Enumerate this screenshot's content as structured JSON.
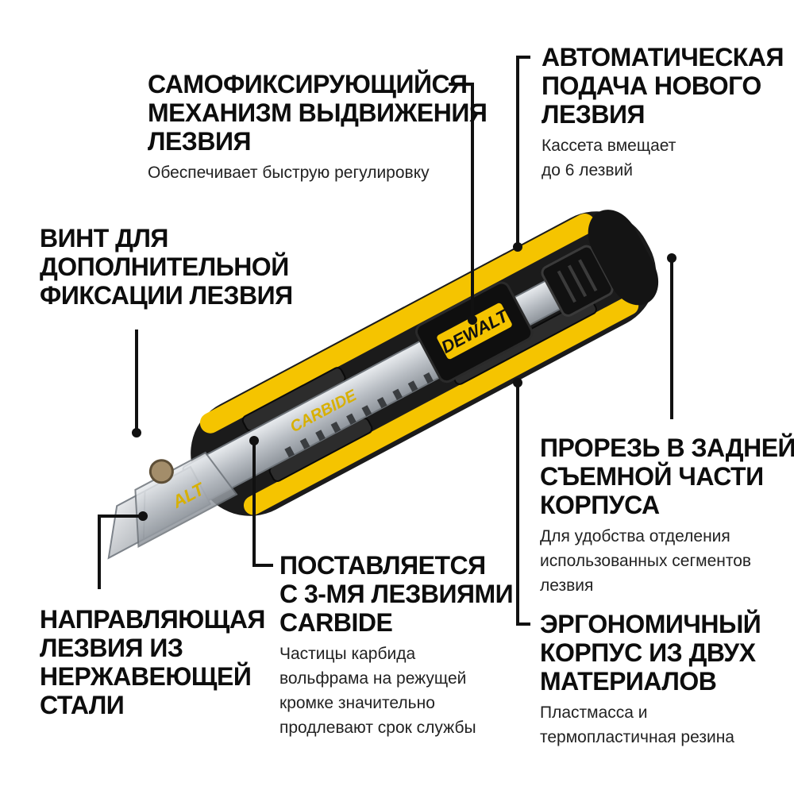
{
  "colors": {
    "accent": "#f5c400",
    "body": "#1a1a1a",
    "steel": "#c8ccd0",
    "text": "#111111"
  },
  "product": {
    "brand": "DEWALT",
    "blade_marking": "CARBIDE",
    "blade_marking_alt": "ALT"
  },
  "callouts": {
    "auto_feed": {
      "title": [
        "АВТОМАТИЧЕСКАЯ",
        "ПОДАЧА НОВОГО",
        "ЛЕЗВИЯ"
      ],
      "desc": [
        "Кассета вмещает",
        "до 6 лезвий"
      ]
    },
    "self_lock": {
      "title": [
        "САМОФИКСИРУЮЩИЙСЯ",
        "МЕХАНИЗМ ВЫДВИЖЕНИЯ",
        "ЛЕЗВИЯ"
      ],
      "desc": [
        "Обеспечивает быструю регулировку"
      ]
    },
    "screw": {
      "title": [
        "ВИНТ ДЛЯ",
        "ДОПОЛНИТЕЛЬНОЙ",
        "ФИКСАЦИИ ЛЕЗВИЯ"
      ]
    },
    "slot": {
      "title": [
        "ПРОРЕЗЬ В ЗАДНЕЙ",
        "СЪЕМНОЙ ЧАСТИ",
        "КОРПУСА"
      ],
      "desc": [
        "Для удобства отделения",
        "использованных сегментов",
        "лезвия"
      ]
    },
    "carbide": {
      "title": [
        "ПОСТАВЛЯЕТСЯ",
        "С 3-МЯ ЛЕЗВИЯМИ",
        "CARBIDE"
      ],
      "desc": [
        "Частицы карбида",
        "вольфрама на режущей",
        "кромке значительно",
        "продлевают срок службы"
      ]
    },
    "guide": {
      "title": [
        "НАПРАВЛЯЮЩАЯ",
        "ЛЕЗВИЯ ИЗ",
        "НЕРЖАВЕЮЩЕЙ",
        "СТАЛИ"
      ]
    },
    "ergonomic": {
      "title": [
        "ЭРГОНОМИЧНЫЙ",
        "КОРПУС ИЗ ДВУХ",
        "МАТЕРИАЛОВ"
      ],
      "desc": [
        "Пластмасса и",
        "термопластичная резина"
      ]
    }
  }
}
